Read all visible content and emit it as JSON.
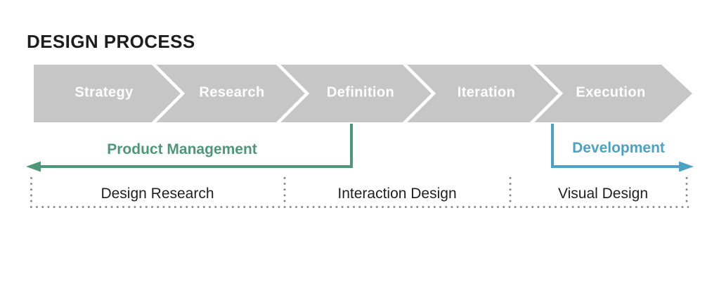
{
  "title": "DESIGN PROCESS",
  "stages": [
    {
      "label": "Strategy"
    },
    {
      "label": "Research"
    },
    {
      "label": "Definition"
    },
    {
      "label": "Iteration"
    },
    {
      "label": "Execution"
    }
  ],
  "spans": {
    "product_management": "Product Management",
    "development": "Development"
  },
  "disciplines": [
    {
      "label": "Design Research"
    },
    {
      "label": "Interaction Design"
    },
    {
      "label": "Visual Design"
    }
  ],
  "colors": {
    "band": "#c6c6c6",
    "chevron": "#ffffff",
    "stage_text": "#ffffff",
    "product_management": "#4e9778",
    "development": "#4ba2c2",
    "dots": "#808080",
    "text": "#1f1f1f"
  }
}
